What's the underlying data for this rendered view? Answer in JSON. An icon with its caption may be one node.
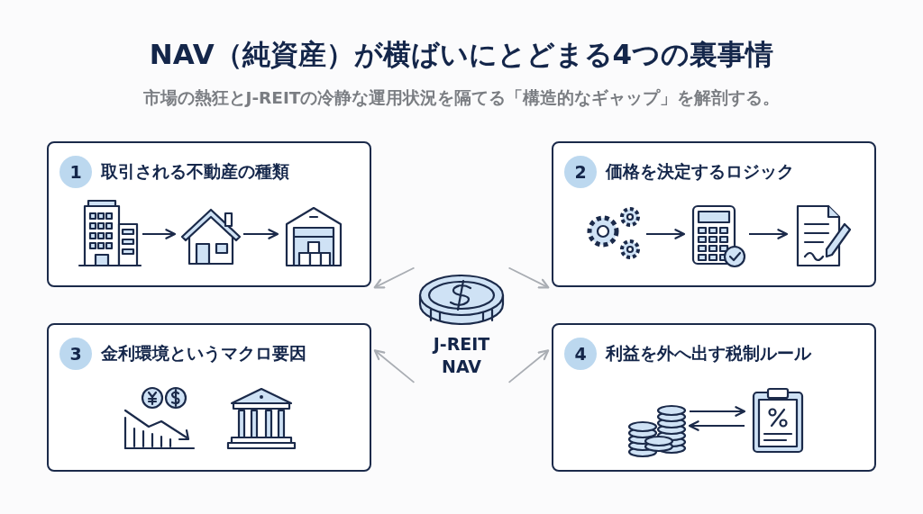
{
  "diagram": {
    "title": "NAV（純資産）が横ばいにとどまる4つの裏事情",
    "caption": "市場の熱狂とJ-REITの冷静な運用状況を隔てる「構造的なギャップ」を解剖する。",
    "nodes": [
      {
        "text": [
          "1",
          "取引される不動産の種類"
        ]
      },
      {
        "text": [],
        "shape": "picture",
        "in": 0
      },
      {
        "text": [],
        "shape": "picture",
        "in": 0
      },
      {
        "text": [],
        "shape": "picture",
        "in": 0
      },
      {
        "text": [
          "2",
          "価格を決定するロジック"
        ]
      },
      {
        "text": [],
        "shape": "picture",
        "in": 4
      },
      {
        "text": [],
        "shape": "picture",
        "in": 4
      },
      {
        "text": [],
        "shape": "picture",
        "in": 4
      },
      {
        "text": [
          "J-REIT NAV"
        ]
      },
      {
        "text": [
          "3",
          "金利環境というマクロ要因"
        ]
      },
      {
        "text": [
          "4",
          "利益を外へ出す税制ルール"
        ]
      },
      {
        "text": [],
        "shape": "picture",
        "in": 10
      },
      {
        "text": [],
        "shape": "picture",
        "in": 10
      }
    ],
    "edges": [
      {
        "from": 1,
        "to": 2,
        "arrow": "to"
      },
      {
        "from": 2,
        "to": 3,
        "arrow": "to"
      },
      {
        "from": 5,
        "to": 6,
        "arrow": "to"
      },
      {
        "from": 6,
        "to": 7,
        "arrow": "to"
      },
      {
        "from": 8,
        "to": 0,
        "arrow": "to",
        "color": "#a9adb3"
      },
      {
        "from": 8,
        "to": 4,
        "arrow": "to",
        "color": "#a9adb3"
      },
      {
        "from": 8,
        "to": 9,
        "arrow": "to",
        "color": "#a9adb3"
      },
      {
        "from": 8,
        "to": 10,
        "arrow": "to",
        "color": "#a9adb3"
      },
      {
        "from": 11,
        "to": 12,
        "arrow": "to"
      },
      {
        "from": 12,
        "to": 11,
        "arrow": "to"
      }
    ]
  }
}
